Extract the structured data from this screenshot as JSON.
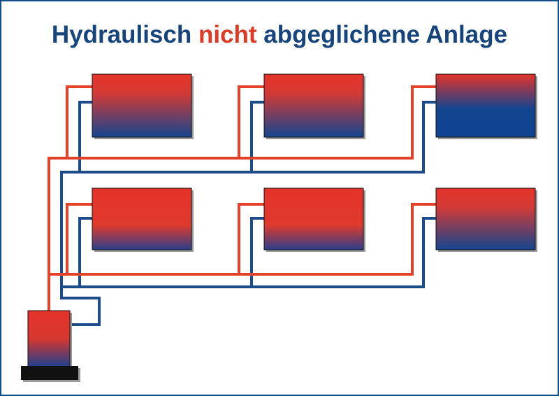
{
  "title": {
    "part1": "Hydraulisch ",
    "highlight": "nicht",
    "part2": " abgeglichene Anlage"
  },
  "colors": {
    "frame": "#0f4d8c",
    "title": "#16457e",
    "highlight": "#df3a24",
    "supply_pipe": "#e2412a",
    "return_pipe": "#1c4c8a",
    "radiator_hot": "#e53228",
    "radiator_cold": "#114693",
    "boiler_base": "#111111"
  },
  "radiators": [
    {
      "id": "top-1",
      "row": "top",
      "position": "left",
      "heat_level": "warm"
    },
    {
      "id": "top-2",
      "row": "top",
      "position": "middle",
      "heat_level": "warm"
    },
    {
      "id": "top-3",
      "row": "top",
      "position": "right",
      "heat_level": "cold"
    },
    {
      "id": "bottom-1",
      "row": "bottom",
      "position": "left",
      "heat_level": "hot"
    },
    {
      "id": "bottom-2",
      "row": "bottom",
      "position": "middle",
      "heat_level": "hot"
    },
    {
      "id": "bottom-3",
      "row": "bottom",
      "position": "right",
      "heat_level": "warm"
    }
  ]
}
